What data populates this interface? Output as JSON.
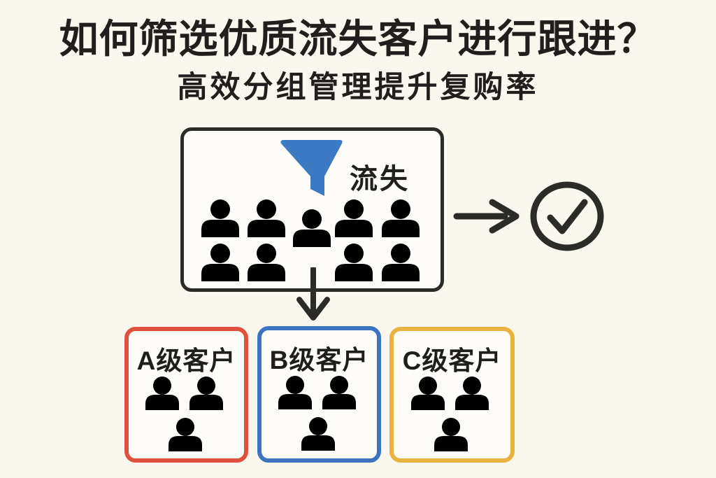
{
  "title": "如何筛选优质流失客户进行跟进？",
  "subtitle": "高效分组管理提升复购率",
  "filter_panel": {
    "label": "流失",
    "funnel_color": "#3d7ac4",
    "person_color": "#5b5b5b",
    "person_count": 9,
    "person_rows": [
      5,
      4
    ]
  },
  "result": {
    "icon": "checkmark-circle"
  },
  "groups": [
    {
      "label": "A级客户",
      "border_color": "#e0503f",
      "person_count": 3
    },
    {
      "label": "B级客户",
      "border_color": "#3c74c2",
      "person_count": 3
    },
    {
      "label": "C级客户",
      "border_color": "#eab33f",
      "person_count": 3
    }
  ],
  "colors": {
    "background": "#f9f7ee",
    "panel_fill": "#fdfcf8",
    "outline_dark": "#2b2b28",
    "person_dark": "#1f1e1c"
  }
}
